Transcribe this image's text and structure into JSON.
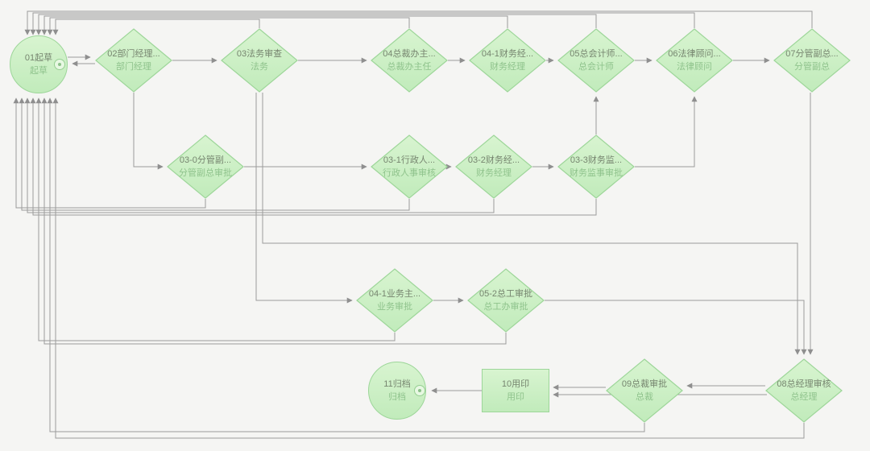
{
  "diagram": {
    "type": "workflow-flowchart",
    "colors": {
      "background": "#f5f5f3",
      "node_fill_top": "#d8f4d0",
      "node_fill_bottom": "#c1ebbb",
      "node_border": "#9dd699",
      "node_title_text": "#76856f",
      "node_subtitle_text": "#8fc38c",
      "connector_line": "#9b9b9b"
    }
  },
  "nodes": [
    {
      "id": "01",
      "shape": "circle",
      "title": "01起草",
      "subtitle": "起草",
      "icon": "circle-dot-icon"
    },
    {
      "id": "02",
      "shape": "diamond",
      "title": "02部门经理...",
      "subtitle": "部门经理"
    },
    {
      "id": "03",
      "shape": "diamond",
      "title": "03法务审查",
      "subtitle": "法务"
    },
    {
      "id": "04",
      "shape": "diamond",
      "title": "04总裁办主...",
      "subtitle": "总裁办主任"
    },
    {
      "id": "04-1a",
      "shape": "diamond",
      "title": "04-1财务经...",
      "subtitle": "财务经理"
    },
    {
      "id": "05",
      "shape": "diamond",
      "title": "05总会计师...",
      "subtitle": "总会计师"
    },
    {
      "id": "06",
      "shape": "diamond",
      "title": "06法律顾问...",
      "subtitle": "法律顾问"
    },
    {
      "id": "07",
      "shape": "diamond",
      "title": "07分管副总...",
      "subtitle": "分管副总"
    },
    {
      "id": "03-0",
      "shape": "diamond",
      "title": "03-0分管副...",
      "subtitle": "分管副总审批"
    },
    {
      "id": "03-1",
      "shape": "diamond",
      "title": "03-1行政人...",
      "subtitle": "行政人事审核"
    },
    {
      "id": "03-2",
      "shape": "diamond",
      "title": "03-2财务经...",
      "subtitle": "财务经理"
    },
    {
      "id": "03-3",
      "shape": "diamond",
      "title": "03-3财务监...",
      "subtitle": "财务监事审批"
    },
    {
      "id": "04-1b",
      "shape": "diamond",
      "title": "04-1业务主...",
      "subtitle": "业务审批"
    },
    {
      "id": "05-2",
      "shape": "diamond",
      "title": "05-2总工审批",
      "subtitle": "总工办审批"
    },
    {
      "id": "08",
      "shape": "diamond",
      "title": "08总经理审核",
      "subtitle": "总经理"
    },
    {
      "id": "09",
      "shape": "diamond",
      "title": "09总裁审批",
      "subtitle": "总裁"
    },
    {
      "id": "10",
      "shape": "rect",
      "title": "10用印",
      "subtitle": "用印"
    },
    {
      "id": "11",
      "shape": "circle",
      "title": "11归档",
      "subtitle": "归档",
      "icon": "circle-dot-icon"
    }
  ]
}
